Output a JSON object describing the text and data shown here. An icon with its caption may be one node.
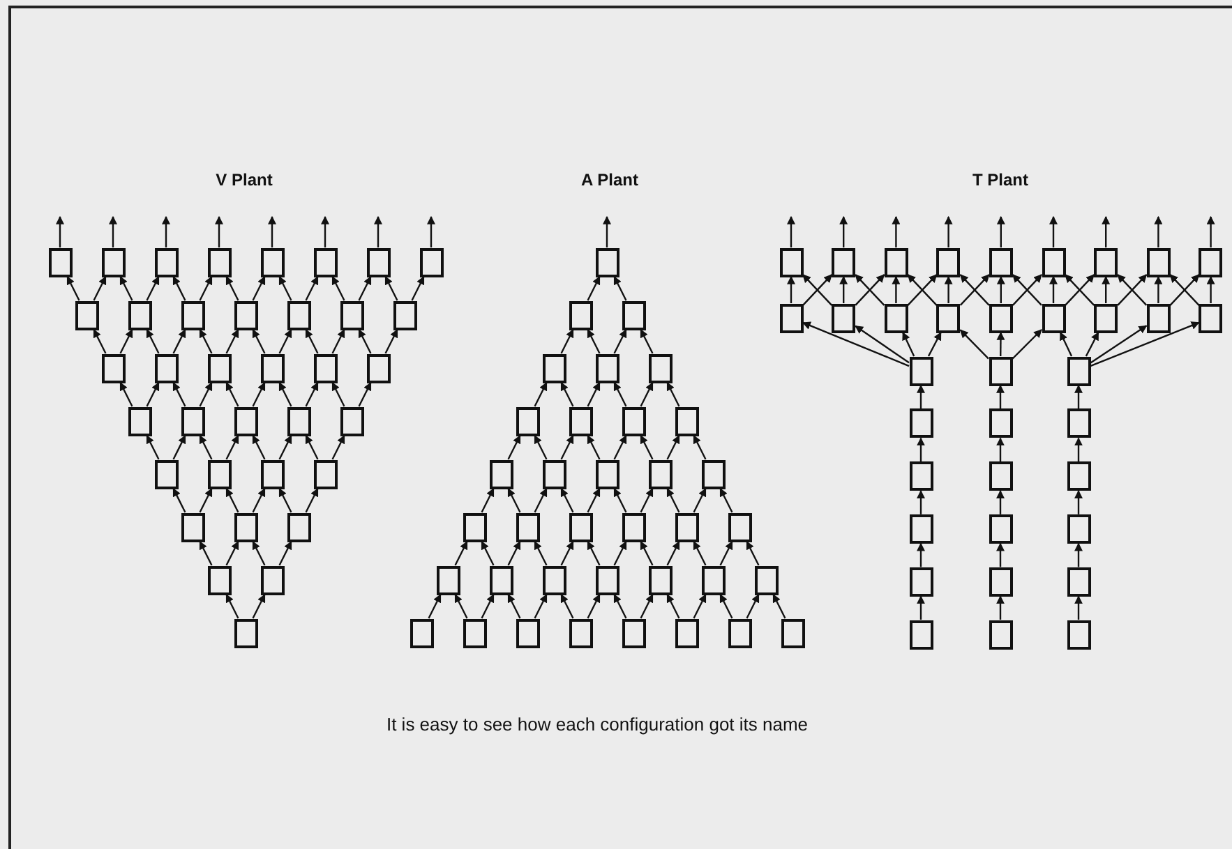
{
  "diagram": {
    "caption": "It is easy to see how each configuration got its name",
    "labels": [
      "V Plant",
      "A Plant",
      "T Plant"
    ],
    "nodes": [
      {
        "text": [],
        "shape": "box"
      },
      {
        "text": [],
        "shape": "box"
      },
      {
        "text": [],
        "shape": "box"
      },
      {
        "text": [],
        "shape": "box"
      },
      {
        "text": [],
        "shape": "box"
      },
      {
        "text": [],
        "shape": "box"
      },
      {
        "text": [],
        "shape": "box"
      },
      {
        "text": [],
        "shape": "box"
      },
      {
        "text": [],
        "shape": "box"
      },
      {
        "text": [],
        "shape": "box"
      },
      {
        "text": [],
        "shape": "box"
      },
      {
        "text": [],
        "shape": "box"
      },
      {
        "text": [],
        "shape": "box"
      },
      {
        "text": [],
        "shape": "box"
      },
      {
        "text": [],
        "shape": "box"
      },
      {
        "text": [],
        "shape": "box"
      },
      {
        "text": [],
        "shape": "box"
      },
      {
        "text": [],
        "shape": "box"
      },
      {
        "text": [],
        "shape": "box"
      },
      {
        "text": [],
        "shape": "box"
      },
      {
        "text": [],
        "shape": "box"
      },
      {
        "text": [],
        "shape": "box"
      },
      {
        "text": [],
        "shape": "box"
      },
      {
        "text": [],
        "shape": "box"
      },
      {
        "text": [],
        "shape": "box"
      },
      {
        "text": [],
        "shape": "box"
      },
      {
        "text": [],
        "shape": "box"
      },
      {
        "text": [],
        "shape": "box"
      },
      {
        "text": [],
        "shape": "box"
      },
      {
        "text": [],
        "shape": "box"
      },
      {
        "text": [],
        "shape": "box"
      },
      {
        "text": [],
        "shape": "box"
      },
      {
        "text": [],
        "shape": "box"
      },
      {
        "text": [],
        "shape": "box"
      },
      {
        "text": [],
        "shape": "box"
      },
      {
        "text": [],
        "shape": "box"
      },
      {
        "text": [],
        "shape": "box"
      },
      {
        "text": [],
        "shape": "box"
      },
      {
        "text": [],
        "shape": "box"
      },
      {
        "text": [],
        "shape": "box"
      },
      {
        "text": [],
        "shape": "box"
      },
      {
        "text": [],
        "shape": "box"
      },
      {
        "text": [],
        "shape": "box"
      },
      {
        "text": [],
        "shape": "box"
      },
      {
        "text": [],
        "shape": "box"
      },
      {
        "text": [],
        "shape": "box"
      },
      {
        "text": [],
        "shape": "box"
      },
      {
        "text": [],
        "shape": "box"
      },
      {
        "text": [],
        "shape": "box"
      },
      {
        "text": [],
        "shape": "box"
      },
      {
        "text": [],
        "shape": "box"
      },
      {
        "text": [],
        "shape": "box"
      },
      {
        "text": [],
        "shape": "box"
      },
      {
        "text": [],
        "shape": "box"
      },
      {
        "text": [],
        "shape": "box"
      },
      {
        "text": [],
        "shape": "box"
      },
      {
        "text": [],
        "shape": "box"
      },
      {
        "text": [],
        "shape": "box"
      },
      {
        "text": [],
        "shape": "box"
      },
      {
        "text": [],
        "shape": "box"
      },
      {
        "text": [],
        "shape": "box"
      },
      {
        "text": [],
        "shape": "box"
      },
      {
        "text": [],
        "shape": "box"
      },
      {
        "text": [],
        "shape": "box"
      },
      {
        "text": [],
        "shape": "box"
      },
      {
        "text": [],
        "shape": "box"
      },
      {
        "text": [],
        "shape": "box"
      },
      {
        "text": [],
        "shape": "box"
      },
      {
        "text": [],
        "shape": "box"
      },
      {
        "text": [],
        "shape": "box"
      },
      {
        "text": [],
        "shape": "box"
      },
      {
        "text": [],
        "shape": "box"
      },
      {
        "text": [],
        "shape": "box"
      },
      {
        "text": [],
        "shape": "box"
      },
      {
        "text": [],
        "shape": "box"
      },
      {
        "text": [],
        "shape": "box"
      },
      {
        "text": [],
        "shape": "box"
      },
      {
        "text": [],
        "shape": "box"
      },
      {
        "text": [],
        "shape": "box"
      },
      {
        "text": [],
        "shape": "box"
      },
      {
        "text": [],
        "shape": "box"
      },
      {
        "text": [],
        "shape": "box"
      },
      {
        "text": [],
        "shape": "box"
      },
      {
        "text": [],
        "shape": "box"
      },
      {
        "text": [],
        "shape": "box"
      },
      {
        "text": [],
        "shape": "box"
      },
      {
        "text": [],
        "shape": "box"
      },
      {
        "text": [],
        "shape": "box"
      },
      {
        "text": [],
        "shape": "box"
      },
      {
        "text": [],
        "shape": "box"
      },
      {
        "text": [],
        "shape": "box"
      },
      {
        "text": [],
        "shape": "box"
      },
      {
        "text": [],
        "shape": "box"
      },
      {
        "text": [],
        "shape": "box"
      },
      {
        "text": [],
        "shape": "box"
      },
      {
        "text": [],
        "shape": "box"
      },
      {
        "text": [],
        "shape": "box"
      },
      {
        "text": [],
        "shape": "box"
      },
      {
        "text": [],
        "shape": "box"
      },
      {
        "text": [],
        "shape": "box"
      },
      {
        "text": [],
        "shape": "box"
      },
      {
        "text": [],
        "shape": "box"
      },
      {
        "text": [],
        "shape": "box"
      },
      {
        "text": [],
        "shape": "box"
      },
      {
        "text": [],
        "shape": "box"
      },
      {
        "text": [],
        "shape": "box"
      },
      {
        "text": [],
        "shape": "box"
      },
      {
        "text": [],
        "shape": "box"
      }
    ],
    "edges": [
      {
        "from": 0,
        "to": null,
        "arrow": "to"
      },
      {
        "from": 1,
        "to": null,
        "arrow": "to"
      },
      {
        "from": 2,
        "to": null,
        "arrow": "to"
      },
      {
        "from": 3,
        "to": null,
        "arrow": "to"
      },
      {
        "from": 4,
        "to": null,
        "arrow": "to"
      },
      {
        "from": 5,
        "to": null,
        "arrow": "to"
      },
      {
        "from": 6,
        "to": null,
        "arrow": "to"
      },
      {
        "from": 7,
        "to": null,
        "arrow": "to"
      },
      {
        "from": 8,
        "to": 0,
        "arrow": "to"
      },
      {
        "from": 8,
        "to": 1,
        "arrow": "to"
      },
      {
        "from": 9,
        "to": 1,
        "arrow": "to"
      },
      {
        "from": 9,
        "to": 2,
        "arrow": "to"
      },
      {
        "from": 10,
        "to": 2,
        "arrow": "to"
      },
      {
        "from": 10,
        "to": 3,
        "arrow": "to"
      },
      {
        "from": 11,
        "to": 3,
        "arrow": "to"
      },
      {
        "from": 11,
        "to": 4,
        "arrow": "to"
      },
      {
        "from": 12,
        "to": 4,
        "arrow": "to"
      },
      {
        "from": 12,
        "to": 5,
        "arrow": "to"
      },
      {
        "from": 13,
        "to": 5,
        "arrow": "to"
      },
      {
        "from": 13,
        "to": 6,
        "arrow": "to"
      },
      {
        "from": 14,
        "to": 6,
        "arrow": "to"
      },
      {
        "from": 14,
        "to": 7,
        "arrow": "to"
      },
      {
        "from": 15,
        "to": 8,
        "arrow": "to"
      },
      {
        "from": 15,
        "to": 9,
        "arrow": "to"
      },
      {
        "from": 16,
        "to": 9,
        "arrow": "to"
      },
      {
        "from": 16,
        "to": 10,
        "arrow": "to"
      },
      {
        "from": 17,
        "to": 10,
        "arrow": "to"
      },
      {
        "from": 17,
        "to": 11,
        "arrow": "to"
      },
      {
        "from": 18,
        "to": 11,
        "arrow": "to"
      },
      {
        "from": 18,
        "to": 12,
        "arrow": "to"
      },
      {
        "from": 19,
        "to": 12,
        "arrow": "to"
      },
      {
        "from": 19,
        "to": 13,
        "arrow": "to"
      },
      {
        "from": 20,
        "to": 13,
        "arrow": "to"
      },
      {
        "from": 20,
        "to": 14,
        "arrow": "to"
      },
      {
        "from": 21,
        "to": 15,
        "arrow": "to"
      },
      {
        "from": 21,
        "to": 16,
        "arrow": "to"
      },
      {
        "from": 22,
        "to": 16,
        "arrow": "to"
      },
      {
        "from": 22,
        "to": 17,
        "arrow": "to"
      },
      {
        "from": 23,
        "to": 17,
        "arrow": "to"
      },
      {
        "from": 23,
        "to": 18,
        "arrow": "to"
      },
      {
        "from": 24,
        "to": 18,
        "arrow": "to"
      },
      {
        "from": 24,
        "to": 19,
        "arrow": "to"
      },
      {
        "from": 25,
        "to": 19,
        "arrow": "to"
      },
      {
        "from": 25,
        "to": 20,
        "arrow": "to"
      },
      {
        "from": 26,
        "to": 21,
        "arrow": "to"
      },
      {
        "from": 26,
        "to": 22,
        "arrow": "to"
      },
      {
        "from": 27,
        "to": 22,
        "arrow": "to"
      },
      {
        "from": 27,
        "to": 23,
        "arrow": "to"
      },
      {
        "from": 28,
        "to": 23,
        "arrow": "to"
      },
      {
        "from": 28,
        "to": 24,
        "arrow": "to"
      },
      {
        "from": 29,
        "to": 24,
        "arrow": "to"
      },
      {
        "from": 29,
        "to": 25,
        "arrow": "to"
      },
      {
        "from": 30,
        "to": 26,
        "arrow": "to"
      },
      {
        "from": 30,
        "to": 27,
        "arrow": "to"
      },
      {
        "from": 31,
        "to": 27,
        "arrow": "to"
      },
      {
        "from": 31,
        "to": 28,
        "arrow": "to"
      },
      {
        "from": 32,
        "to": 28,
        "arrow": "to"
      },
      {
        "from": 32,
        "to": 29,
        "arrow": "to"
      },
      {
        "from": 33,
        "to": 30,
        "arrow": "to"
      },
      {
        "from": 33,
        "to": 31,
        "arrow": "to"
      },
      {
        "from": 34,
        "to": 31,
        "arrow": "to"
      },
      {
        "from": 34,
        "to": 32,
        "arrow": "to"
      },
      {
        "from": 35,
        "to": 33,
        "arrow": "to"
      },
      {
        "from": 35,
        "to": 34,
        "arrow": "to"
      },
      {
        "from": 36,
        "to": null,
        "arrow": "to"
      },
      {
        "from": 37,
        "to": 36,
        "arrow": "to"
      },
      {
        "from": 38,
        "to": 36,
        "arrow": "to"
      },
      {
        "from": 39,
        "to": 37,
        "arrow": "to"
      },
      {
        "from": 40,
        "to": 37,
        "arrow": "to"
      },
      {
        "from": 40,
        "to": 38,
        "arrow": "to"
      },
      {
        "from": 41,
        "to": 38,
        "arrow": "to"
      },
      {
        "from": 42,
        "to": 39,
        "arrow": "to"
      },
      {
        "from": 43,
        "to": 39,
        "arrow": "to"
      },
      {
        "from": 43,
        "to": 40,
        "arrow": "to"
      },
      {
        "from": 44,
        "to": 40,
        "arrow": "to"
      },
      {
        "from": 44,
        "to": 41,
        "arrow": "to"
      },
      {
        "from": 45,
        "to": 41,
        "arrow": "to"
      },
      {
        "from": 46,
        "to": 42,
        "arrow": "to"
      },
      {
        "from": 47,
        "to": 42,
        "arrow": "to"
      },
      {
        "from": 47,
        "to": 43,
        "arrow": "to"
      },
      {
        "from": 48,
        "to": 43,
        "arrow": "to"
      },
      {
        "from": 48,
        "to": 44,
        "arrow": "to"
      },
      {
        "from": 49,
        "to": 44,
        "arrow": "to"
      },
      {
        "from": 49,
        "to": 45,
        "arrow": "to"
      },
      {
        "from": 50,
        "to": 45,
        "arrow": "to"
      },
      {
        "from": 51,
        "to": 46,
        "arrow": "to"
      },
      {
        "from": 52,
        "to": 46,
        "arrow": "to"
      },
      {
        "from": 52,
        "to": 47,
        "arrow": "to"
      },
      {
        "from": 53,
        "to": 47,
        "arrow": "to"
      },
      {
        "from": 53,
        "to": 48,
        "arrow": "to"
      },
      {
        "from": 54,
        "to": 48,
        "arrow": "to"
      },
      {
        "from": 54,
        "to": 49,
        "arrow": "to"
      },
      {
        "from": 55,
        "to": 49,
        "arrow": "to"
      },
      {
        "from": 55,
        "to": 50,
        "arrow": "to"
      },
      {
        "from": 56,
        "to": 50,
        "arrow": "to"
      },
      {
        "from": 57,
        "to": 51,
        "arrow": "to"
      },
      {
        "from": 58,
        "to": 51,
        "arrow": "to"
      },
      {
        "from": 58,
        "to": 52,
        "arrow": "to"
      },
      {
        "from": 59,
        "to": 52,
        "arrow": "to"
      },
      {
        "from": 59,
        "to": 53,
        "arrow": "to"
      },
      {
        "from": 60,
        "to": 53,
        "arrow": "to"
      },
      {
        "from": 60,
        "to": 54,
        "arrow": "to"
      },
      {
        "from": 61,
        "to": 54,
        "arrow": "to"
      },
      {
        "from": 61,
        "to": 55,
        "arrow": "to"
      },
      {
        "from": 62,
        "to": 55,
        "arrow": "to"
      },
      {
        "from": 62,
        "to": 56,
        "arrow": "to"
      },
      {
        "from": 63,
        "to": 56,
        "arrow": "to"
      },
      {
        "from": 64,
        "to": 57,
        "arrow": "to"
      },
      {
        "from": 65,
        "to": 57,
        "arrow": "to"
      },
      {
        "from": 65,
        "to": 58,
        "arrow": "to"
      },
      {
        "from": 66,
        "to": 58,
        "arrow": "to"
      },
      {
        "from": 66,
        "to": 59,
        "arrow": "to"
      },
      {
        "from": 67,
        "to": 59,
        "arrow": "to"
      },
      {
        "from": 67,
        "to": 60,
        "arrow": "to"
      },
      {
        "from": 68,
        "to": 60,
        "arrow": "to"
      },
      {
        "from": 68,
        "to": 61,
        "arrow": "to"
      },
      {
        "from": 69,
        "to": 61,
        "arrow": "to"
      },
      {
        "from": 69,
        "to": 62,
        "arrow": "to"
      },
      {
        "from": 70,
        "to": 62,
        "arrow": "to"
      },
      {
        "from": 70,
        "to": 63,
        "arrow": "to"
      },
      {
        "from": 71,
        "to": 63,
        "arrow": "to"
      },
      {
        "from": 72,
        "to": null,
        "arrow": "to"
      },
      {
        "from": 73,
        "to": null,
        "arrow": "to"
      },
      {
        "from": 74,
        "to": null,
        "arrow": "to"
      },
      {
        "from": 75,
        "to": null,
        "arrow": "to"
      },
      {
        "from": 76,
        "to": null,
        "arrow": "to"
      },
      {
        "from": 77,
        "to": null,
        "arrow": "to"
      },
      {
        "from": 78,
        "to": null,
        "arrow": "to"
      },
      {
        "from": 79,
        "to": null,
        "arrow": "to"
      },
      {
        "from": 80,
        "to": null,
        "arrow": "to"
      },
      {
        "from": 81,
        "to": 72,
        "arrow": "to"
      },
      {
        "from": 81,
        "to": 73,
        "arrow": "to"
      },
      {
        "from": 82,
        "to": 72,
        "arrow": "to"
      },
      {
        "from": 82,
        "to": 73,
        "arrow": "to"
      },
      {
        "from": 82,
        "to": 74,
        "arrow": "to"
      },
      {
        "from": 83,
        "to": 73,
        "arrow": "to"
      },
      {
        "from": 83,
        "to": 74,
        "arrow": "to"
      },
      {
        "from": 83,
        "to": 75,
        "arrow": "to"
      },
      {
        "from": 84,
        "to": 74,
        "arrow": "to"
      },
      {
        "from": 84,
        "to": 75,
        "arrow": "to"
      },
      {
        "from": 84,
        "to": 76,
        "arrow": "to"
      },
      {
        "from": 85,
        "to": 75,
        "arrow": "to"
      },
      {
        "from": 85,
        "to": 76,
        "arrow": "to"
      },
      {
        "from": 85,
        "to": 77,
        "arrow": "to"
      },
      {
        "from": 86,
        "to": 76,
        "arrow": "to"
      },
      {
        "from": 86,
        "to": 77,
        "arrow": "to"
      },
      {
        "from": 86,
        "to": 78,
        "arrow": "to"
      },
      {
        "from": 87,
        "to": 77,
        "arrow": "to"
      },
      {
        "from": 87,
        "to": 78,
        "arrow": "to"
      },
      {
        "from": 87,
        "to": 79,
        "arrow": "to"
      },
      {
        "from": 88,
        "to": 78,
        "arrow": "to"
      },
      {
        "from": 88,
        "to": 79,
        "arrow": "to"
      },
      {
        "from": 88,
        "to": 80,
        "arrow": "to"
      },
      {
        "from": 89,
        "to": 79,
        "arrow": "to"
      },
      {
        "from": 89,
        "to": 80,
        "arrow": "to"
      },
      {
        "from": 90,
        "to": 81,
        "arrow": "to"
      },
      {
        "from": 90,
        "to": 82,
        "arrow": "to"
      },
      {
        "from": 90,
        "to": 83,
        "arrow": "to"
      },
      {
        "from": 90,
        "to": 84,
        "arrow": "to"
      },
      {
        "from": 91,
        "to": 84,
        "arrow": "to"
      },
      {
        "from": 91,
        "to": 85,
        "arrow": "to"
      },
      {
        "from": 91,
        "to": 86,
        "arrow": "to"
      },
      {
        "from": 92,
        "to": 86,
        "arrow": "to"
      },
      {
        "from": 92,
        "to": 87,
        "arrow": "to"
      },
      {
        "from": 92,
        "to": 88,
        "arrow": "to"
      },
      {
        "from": 92,
        "to": 89,
        "arrow": "to"
      },
      {
        "from": 93,
        "to": 90,
        "arrow": "to"
      },
      {
        "from": 94,
        "to": 91,
        "arrow": "to"
      },
      {
        "from": 95,
        "to": 92,
        "arrow": "to"
      },
      {
        "from": 96,
        "to": 93,
        "arrow": "to"
      },
      {
        "from": 97,
        "to": 94,
        "arrow": "to"
      },
      {
        "from": 98,
        "to": 95,
        "arrow": "to"
      },
      {
        "from": 99,
        "to": 96,
        "arrow": "to"
      },
      {
        "from": 100,
        "to": 97,
        "arrow": "to"
      },
      {
        "from": 101,
        "to": 98,
        "arrow": "to"
      },
      {
        "from": 102,
        "to": 99,
        "arrow": "to"
      },
      {
        "from": 103,
        "to": 100,
        "arrow": "to"
      },
      {
        "from": 104,
        "to": 101,
        "arrow": "to"
      },
      {
        "from": 105,
        "to": 102,
        "arrow": "to"
      },
      {
        "from": 106,
        "to": 103,
        "arrow": "to"
      },
      {
        "from": 107,
        "to": 104,
        "arrow": "to"
      }
    ]
  }
}
